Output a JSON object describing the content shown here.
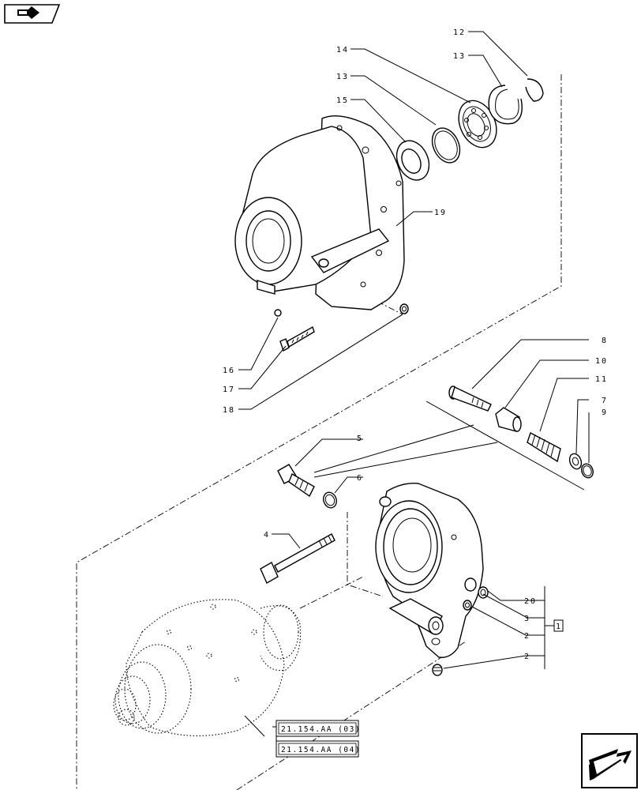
{
  "callouts": {
    "c12": "12",
    "c13a": "13",
    "c14": "14",
    "c13b": "13",
    "c15": "15",
    "c19": "19",
    "c16": "16",
    "c17": "17",
    "c18": "18",
    "c8": "8",
    "c10": "10",
    "c11": "11",
    "c7": "7",
    "c9": "9",
    "c5": "5",
    "c6": "6",
    "c4": "4",
    "c20": "20",
    "c3": "3",
    "c2a": "2",
    "c2b": "2",
    "c1": "1"
  },
  "references": {
    "ref1": "21.154.AA (03)",
    "ref2": "21.154.AA (04)"
  },
  "icons": {
    "top_left": "book-arrow-icon",
    "bottom_right": "next-page-arrow-icon"
  }
}
